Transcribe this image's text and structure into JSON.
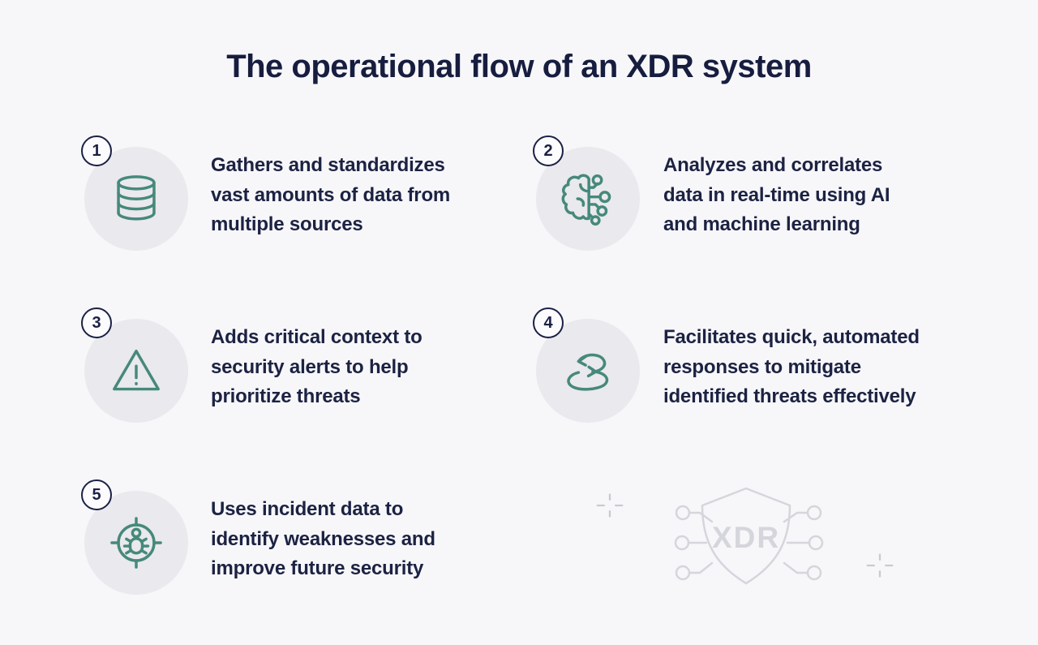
{
  "title": "The operational flow of an XDR system",
  "colors": {
    "background": "#f7f7fa",
    "text_navy": "#1c2242",
    "accent_teal": "#46897b",
    "icon_circle_gray": "#e9e9ee",
    "badge_border_navy": "#1b2144",
    "decoration_gray": "#d5d6dc"
  },
  "steps": [
    {
      "number": "1",
      "icon": "database-icon",
      "lines": [
        "Gathers and standardizes",
        "vast amounts of data from",
        "multiple sources"
      ]
    },
    {
      "number": "2",
      "icon": "ai-brain-icon",
      "lines": [
        "Analyzes and correlates",
        "data in real-time using AI",
        "and machine learning"
      ]
    },
    {
      "number": "3",
      "icon": "warning-triangle-icon",
      "lines": [
        "Adds critical context to",
        "security alerts to help",
        "prioritize threats"
      ]
    },
    {
      "number": "4",
      "icon": "cycle-arrows-icon",
      "lines": [
        "Facilitates quick, automated",
        "responses to mitigate",
        "identified threats effectively"
      ]
    },
    {
      "number": "5",
      "icon": "bug-target-icon",
      "lines": [
        "Uses incident data to",
        "identify weaknesses and",
        "improve future security"
      ]
    }
  ],
  "decoration": {
    "shield_label": "XDR"
  }
}
